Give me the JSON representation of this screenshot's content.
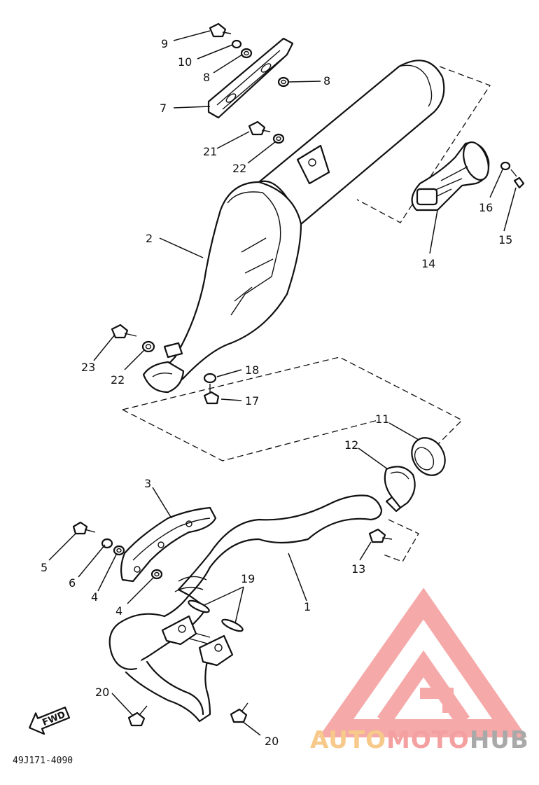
{
  "diagram": {
    "drawing_code": "49J171-4090",
    "direction_label": "FWD",
    "callouts": {
      "c1": "1",
      "c2": "2",
      "c3": "3",
      "c4a": "4",
      "c4b": "4",
      "c5": "5",
      "c6": "6",
      "c7": "7",
      "c8a": "8",
      "c8b": "8",
      "c9": "9",
      "c10": "10",
      "c11": "11",
      "c12": "12",
      "c13": "13",
      "c14": "14",
      "c15": "15",
      "c16": "16",
      "c17": "17",
      "c18": "18",
      "c19": "19",
      "c20a": "20",
      "c20b": "20",
      "c21": "21",
      "c22a": "22",
      "c22b": "22",
      "c23": "23"
    }
  },
  "watermark": {
    "part1": "AUTO",
    "part2": "MOTO",
    "part3": "HUB",
    "colors": {
      "red": "#f4a0a0",
      "orange": "#f7c98a",
      "gray": "#a9a9a9"
    }
  }
}
